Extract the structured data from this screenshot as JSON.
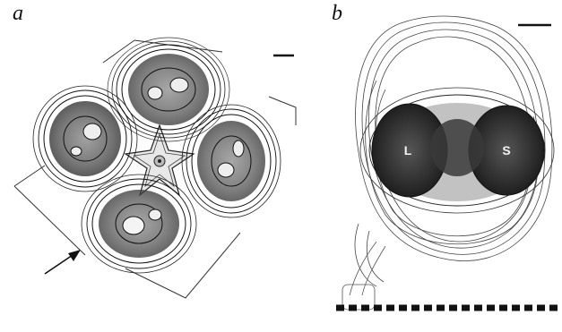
{
  "figure": {
    "panels": [
      {
        "letter": "a",
        "scale_bar": true,
        "arrow": true
      },
      {
        "letter": "b",
        "scale_bar": true,
        "labels": [
          "L",
          "S"
        ],
        "dashed_baseline": true
      }
    ]
  }
}
